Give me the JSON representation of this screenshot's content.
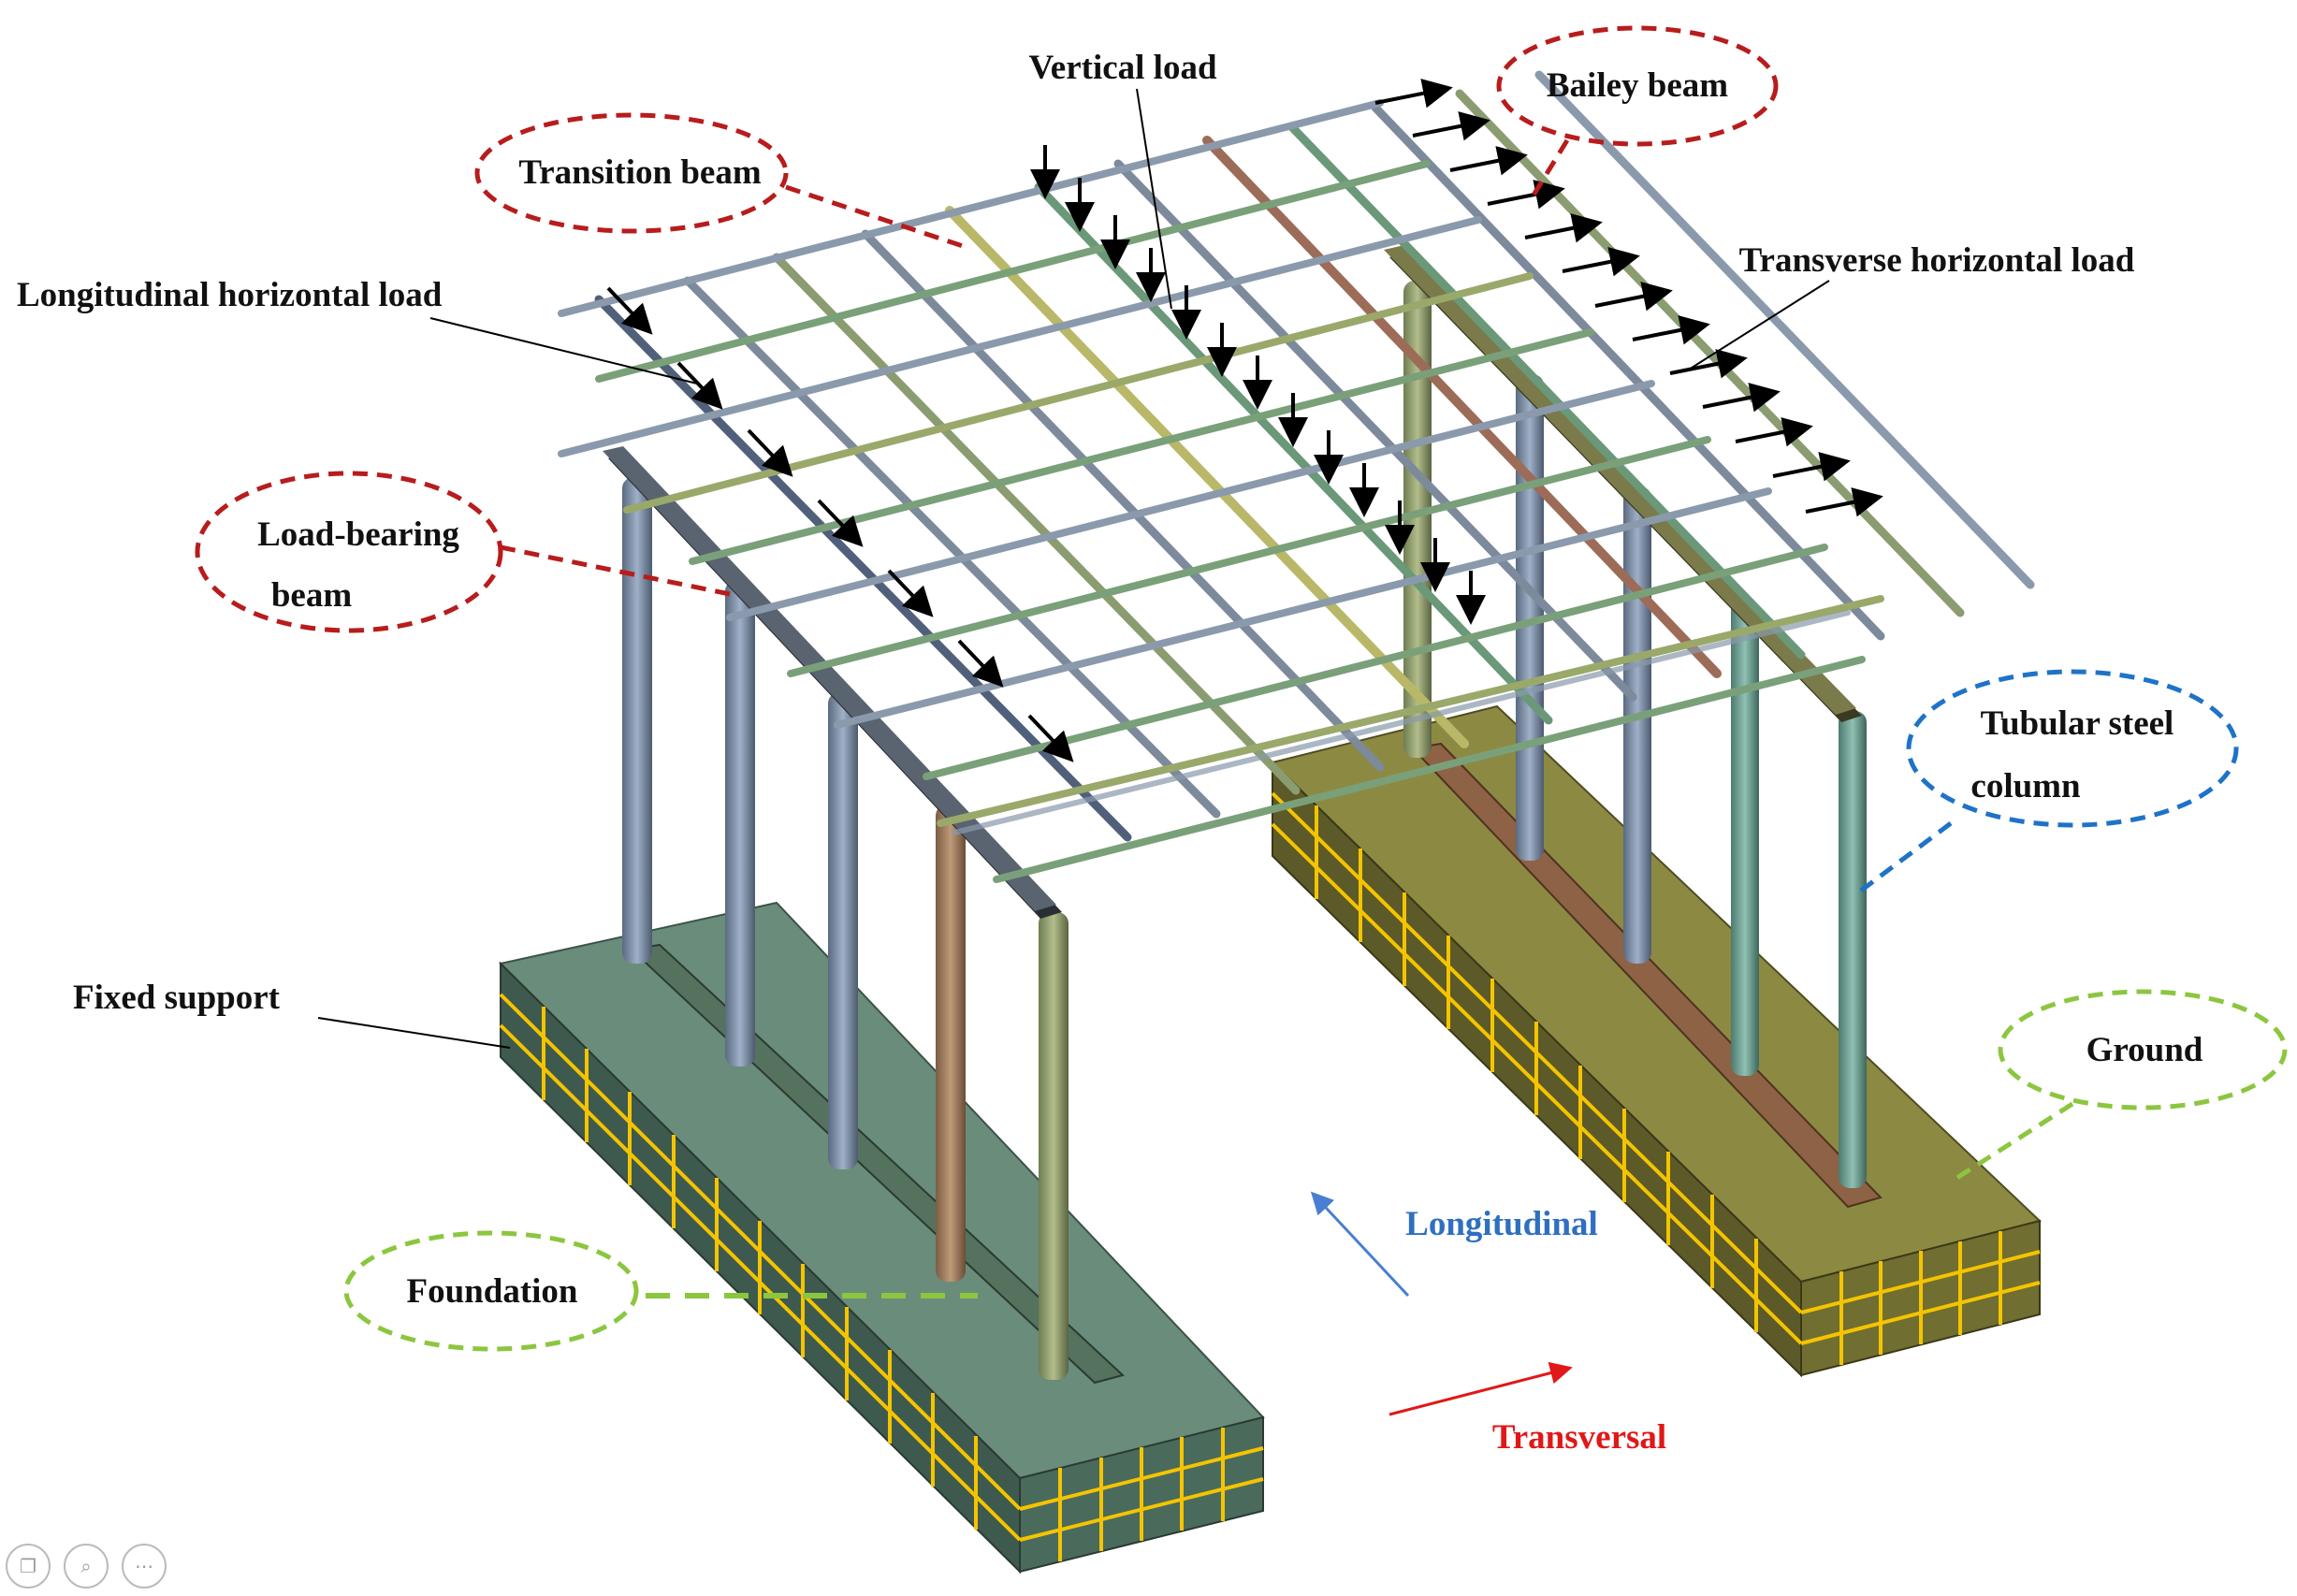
{
  "labels": {
    "vertical_load": "Vertical load",
    "bailey_beam": "Bailey beam",
    "transition_beam": "Transition beam",
    "transverse_horizontal_load": "Transverse horizontal load",
    "longitudinal_horizontal_load": "Longitudinal horizontal load",
    "load_bearing_beam_line1": "Load-bearing",
    "load_bearing_beam_line2": "beam",
    "tubular_steel_column_line1": "Tubular steel",
    "tubular_steel_column_line2": "column",
    "fixed_support": "Fixed support",
    "ground": "Ground",
    "foundation": "Foundation",
    "longitudinal": "Longitudinal",
    "transversal": "Transversal"
  },
  "colors": {
    "callout_red": "#b81c1c",
    "callout_blue": "#1e73c8",
    "callout_green": "#8cc63f",
    "foundation_left": "#6a8c7a",
    "foundation_right": "#8c8a42",
    "mesh": "#f5c400",
    "arrow_longitudinal": "#4a7ed0",
    "arrow_transversal": "#e01818"
  },
  "toolbar": {
    "icons": [
      "copy-icon",
      "zoom-icon",
      "more-icon"
    ]
  }
}
